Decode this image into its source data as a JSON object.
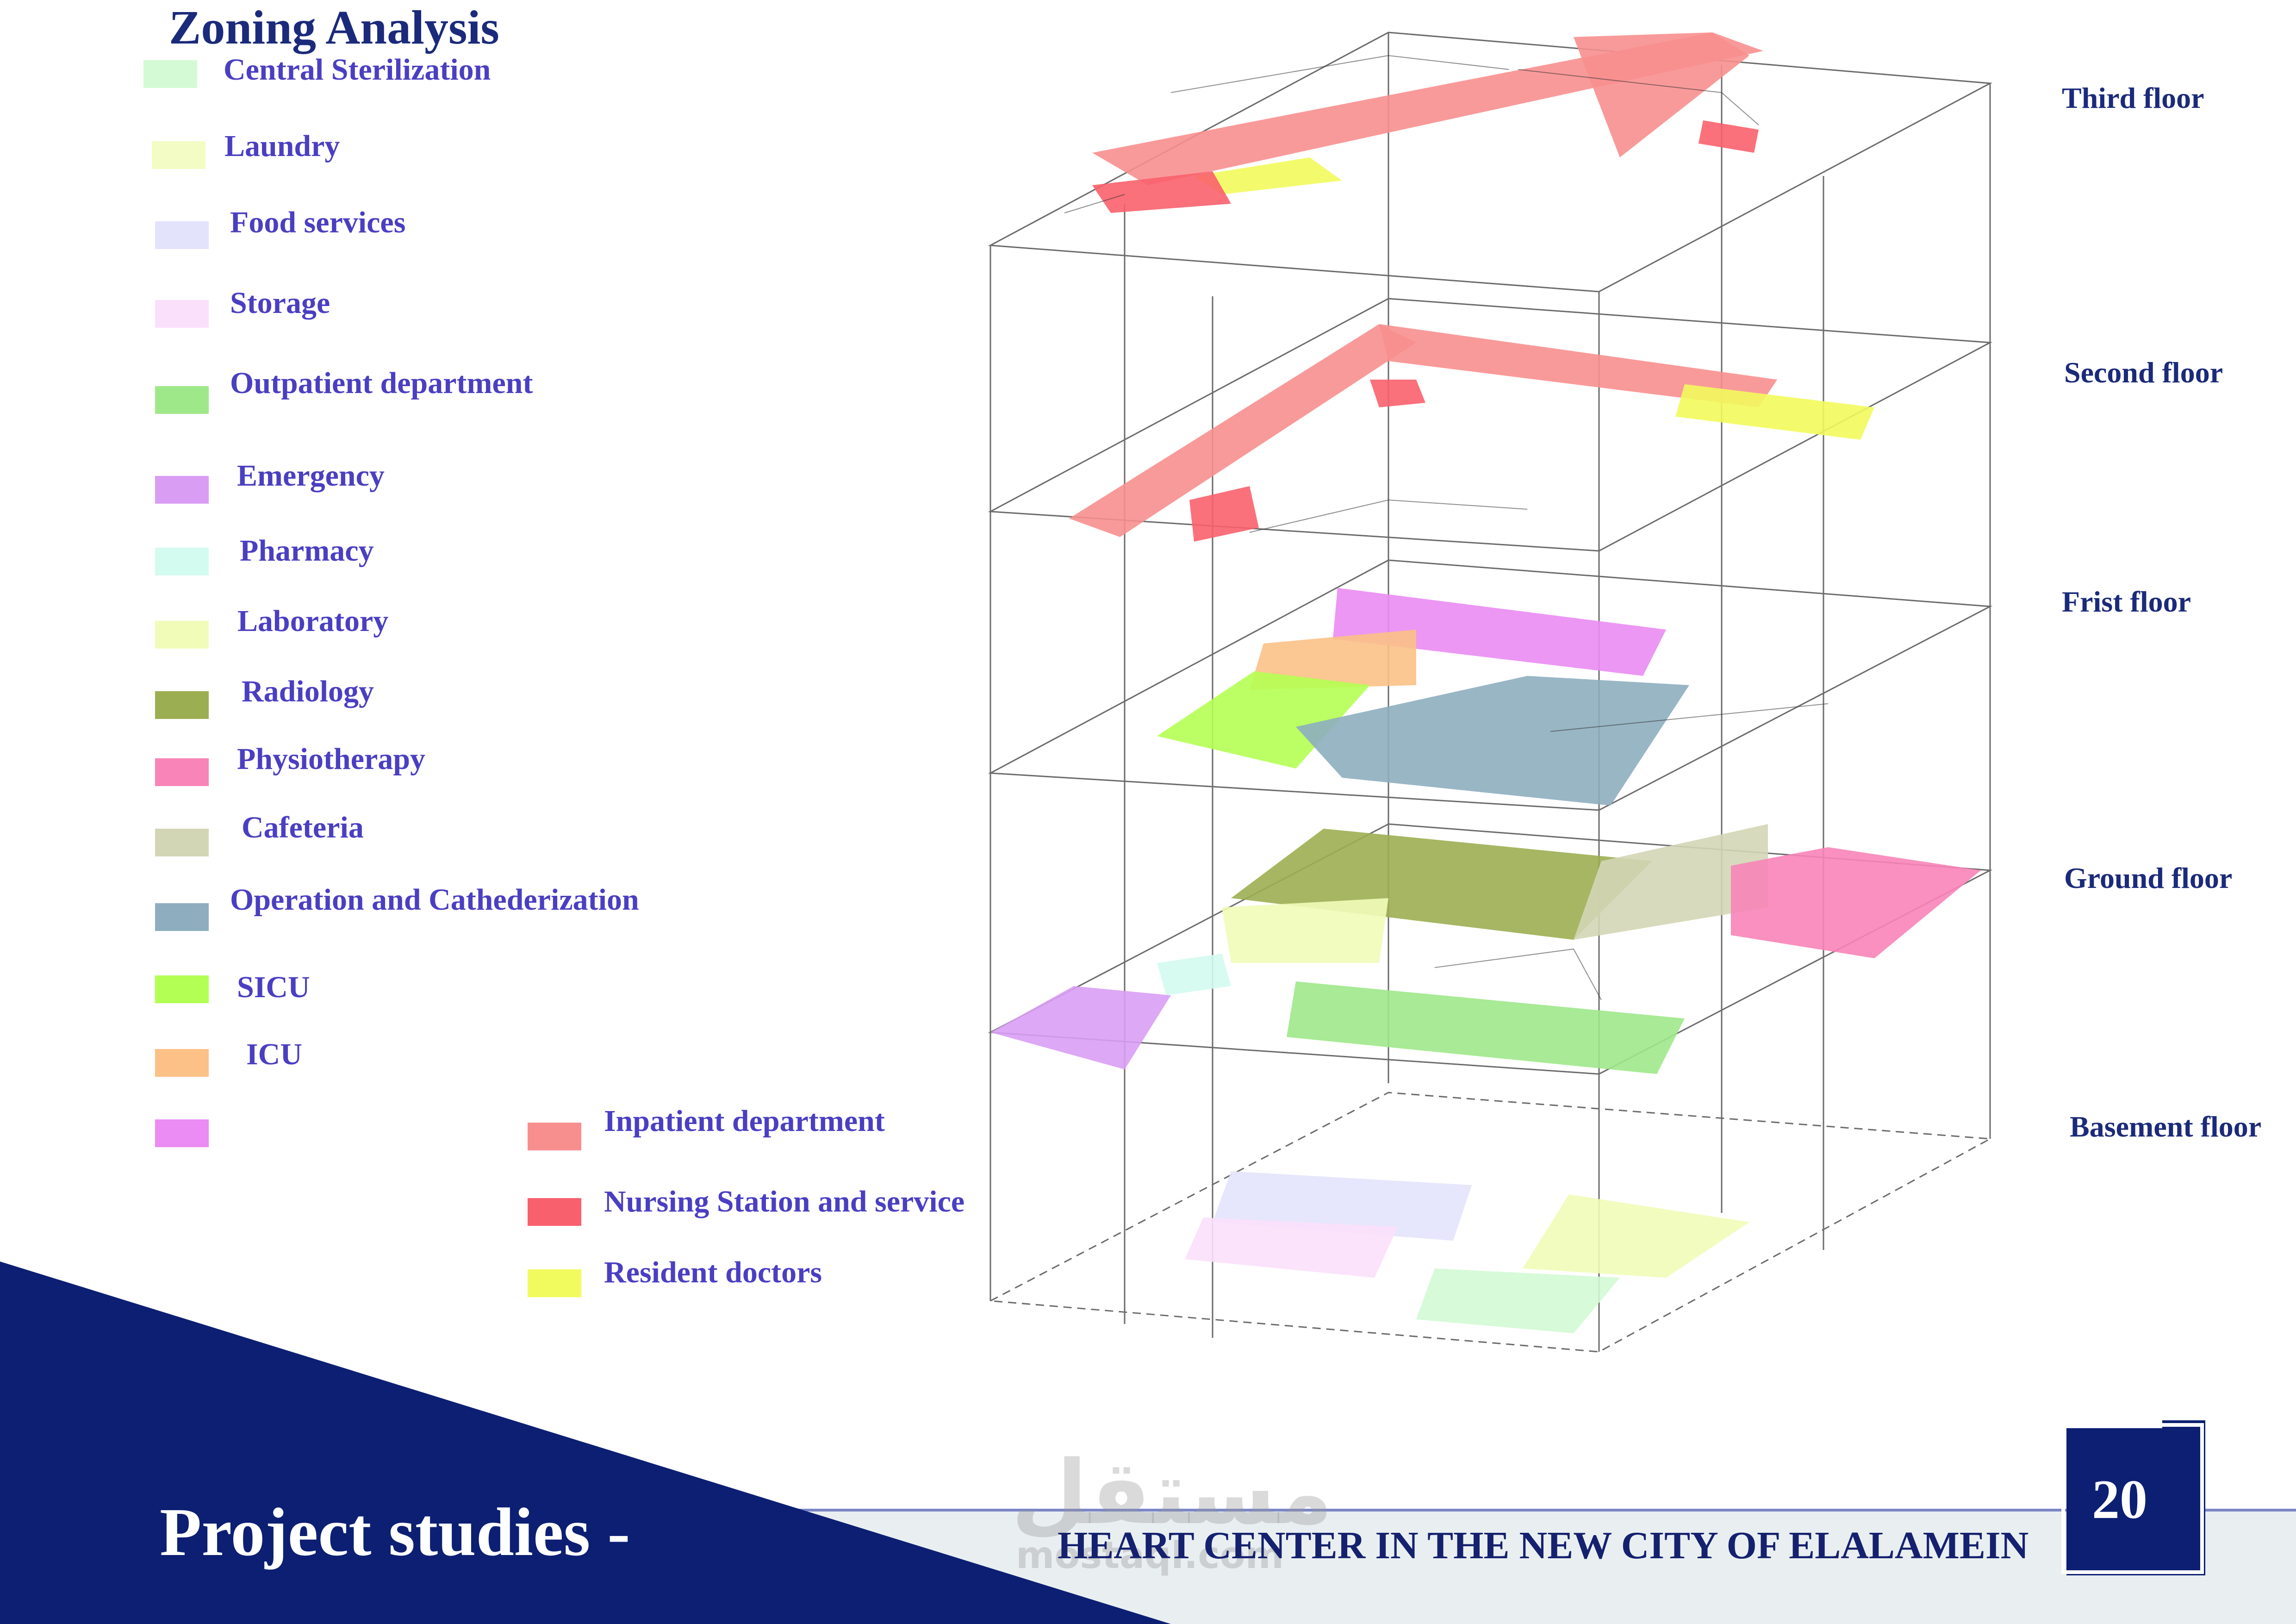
{
  "title": "Zoning Analysis",
  "legend": [
    {
      "label": "Central Sterilization",
      "color": "#d3fad4"
    },
    {
      "label": "Laundry",
      "color": "#f3fcc4"
    },
    {
      "label": "Food services",
      "color": "#e3e3fc"
    },
    {
      "label": "Storage",
      "color": "#fbe0fb"
    },
    {
      "label": "Outpatient department",
      "color": "#9fe88a"
    },
    {
      "label": "Emergency",
      "color": "#d99ef4"
    },
    {
      "label": "Pharmacy",
      "color": "#d4fbef"
    },
    {
      "label": "Laboratory",
      "color": "#f1fcb8"
    },
    {
      "label": "Radiology",
      "color": "#9cae52"
    },
    {
      "label": "Physiotherapy",
      "color": "#f884b8"
    },
    {
      "label": "Cafeteria",
      "color": "#d3d6b5"
    },
    {
      "label": "Operation and Cathederization",
      "color": "#8eaebf"
    },
    {
      "label": "SICU",
      "color": "#b4ff53"
    },
    {
      "label": "ICU",
      "color": "#fbc186"
    },
    {
      "label": "",
      "color": "#ea8cf3"
    },
    {
      "label": "Inpatient department",
      "color": "#f88f8f"
    },
    {
      "label": "Nursing Station and service",
      "color": "#f9606d"
    },
    {
      "label": "Resident doctors",
      "color": "#f2fb5d"
    }
  ],
  "floors": [
    "Third floor",
    "Second  floor",
    "Frist  floor",
    "Ground  floor",
    "Basement floor"
  ],
  "footer": {
    "section": "Project studies -",
    "project": "HEART CENTER IN THE NEW CITY OF ELALAMEIN",
    "page": "20"
  },
  "watermark": {
    "arabic": "مستقل",
    "latin": "mostaql.com"
  },
  "colors": {
    "navy": "#0c1f73",
    "grey_band": "#e9eff1"
  }
}
